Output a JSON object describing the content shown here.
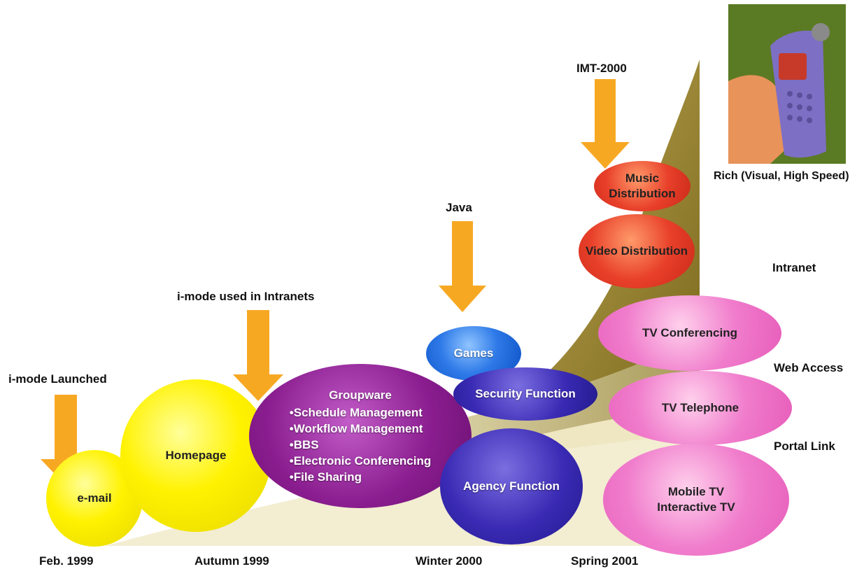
{
  "timeline": {
    "feb1999": "Feb. 1999",
    "autumn1999": "Autumn 1999",
    "winter2000": "Winter 2000",
    "spring2001": "Spring 2001"
  },
  "milestones": {
    "launched": "i-mode Launched",
    "intranets": "i-mode used in Intranets",
    "java": "Java",
    "imt": "IMT-2000"
  },
  "bubbles": {
    "email": "e-mail",
    "homepage": "Homepage",
    "groupware": {
      "title": "Groupware",
      "items": [
        "Schedule Management",
        "Workflow Management",
        "BBS",
        "Electronic Conferencing",
        "File Sharing"
      ]
    },
    "games": "Games",
    "security": "Security Function",
    "agency": "Agency Function",
    "music_line1": "Music",
    "music_line2": "Distribution",
    "video": "Video Distribution",
    "tv_conferencing": "TV Conferencing",
    "tv_telephone": "TV Telephone",
    "mobile_line1": "Mobile TV",
    "mobile_line2": "Interactive TV"
  },
  "side_labels": {
    "intranet": "Intranet",
    "web_access": "Web Access",
    "portal_link": "Portal Link"
  },
  "photo": {
    "caption": "Rich (Visual, High Speed)"
  },
  "colors": {
    "arrow": "#f7a823",
    "curve_dark": "#8d7a1c",
    "curve_mid": "#b5a55a",
    "curve_light": "#efe7c2"
  }
}
